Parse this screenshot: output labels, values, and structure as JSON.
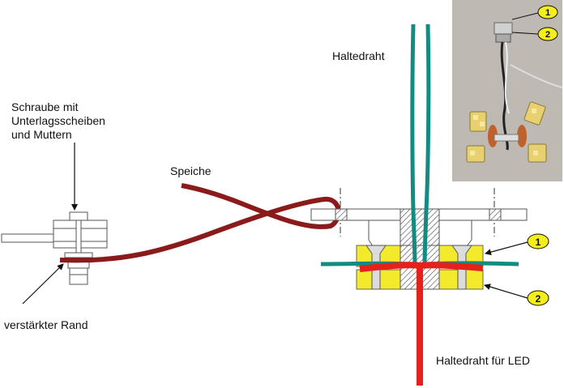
{
  "labels": {
    "haltedraht": "Haltedraht",
    "schraube_line1": "Schraube mit",
    "schraube_line2": "Unterlagsscheiben",
    "schraube_line3": "und Muttern",
    "speiche": "Speiche",
    "rand": "verstärkter Rand",
    "haltedraht_led": "Haltedraht für LED"
  },
  "callouts": {
    "one": "1",
    "two": "2"
  },
  "colors": {
    "spoke": "#8b1a1a",
    "teal_wire": "#138a82",
    "red_wire": "#e8201c",
    "block": "#f2ea2a",
    "callout_fill": "#f4ee1a",
    "photo_bg": "#b9b5ae"
  }
}
